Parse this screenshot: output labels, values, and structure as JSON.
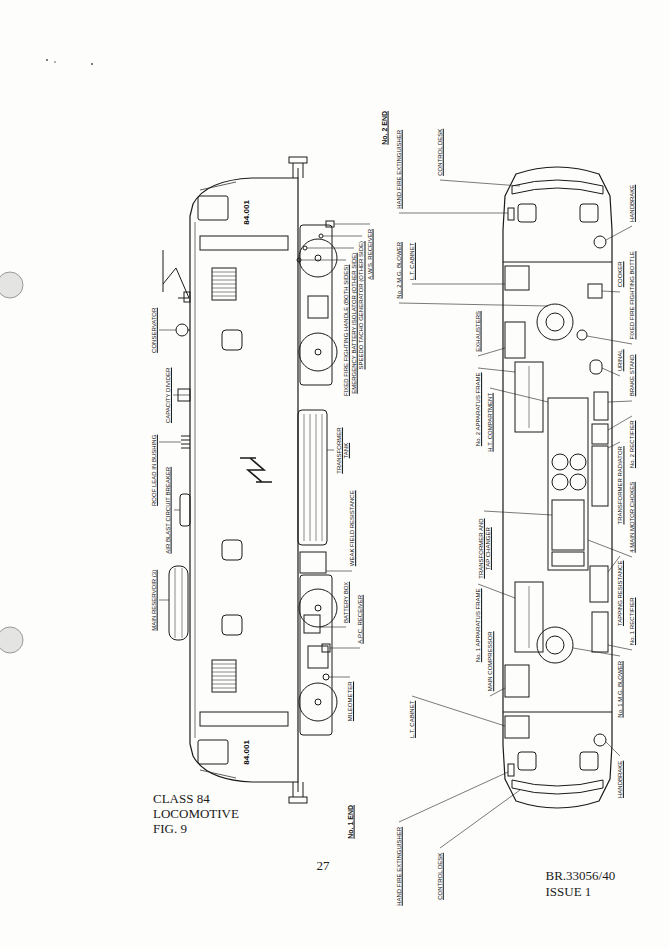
{
  "diagram": {
    "title": "CLASS 84 LOCOMOTIVE FIG. 9",
    "labels": [
      "No. 2 END",
      "CONSERVATOR",
      "CAPACITY DIVIDER",
      "ROOF LEAD IN BUSHING",
      "AIR BLAST CIRCUIT BREAKER",
      "MAIN RESERVOIR (3)",
      "FIXED FIRE FIGHTING HANDLE (BOTH SIDES)",
      "EMERGENCY BATTERY ISOLATOR (OTHER SIDE)",
      "SPEEDO TACHO GENERATOR (OTHER SIDE)",
      "A.W.S. RECEIVER",
      "TRANSFORMER TANK",
      "WEAK FIELD RESISTANCE",
      "BATTERY BOX",
      "A.P.C. RECEIVER",
      "MILEOMETER",
      "No. 1 END",
      "84.001",
      "84.001",
      "HAND FIRE EXTINGUISHER",
      "CONTROL DESK",
      "L.T. CABINET",
      "No. 2 M.G. BLOWER",
      "EXHAUSTERS",
      "No. 2 APPARATUS FRAME",
      "H.T. COMPARTMENT",
      "TRANSFORMER AND TAP CHANGER",
      "No. 1 APPARATUS FRAME",
      "MAIN COMPRESSOR",
      "L.T. CABINET",
      "HAND FIRE EXTINGUISHER",
      "CONTROL DESK",
      "HANDBRAKE",
      "COOKER",
      "FIXED FIRE FIGHTING BOTTLE",
      "URINAL",
      "BRAKE STAND",
      "No. 2 RECTIFIER",
      "TRANSFORMER RADIATOR",
      "4 MAIN MOTOR CHOKES",
      "TAPPING RESISTANCE",
      "No. 1 RECTIFIER",
      "No. 1 M.G. BLOWER",
      "HANDBRAKE",
      "27",
      "BR.33056/40",
      "ISSUE 1"
    ]
  }
}
